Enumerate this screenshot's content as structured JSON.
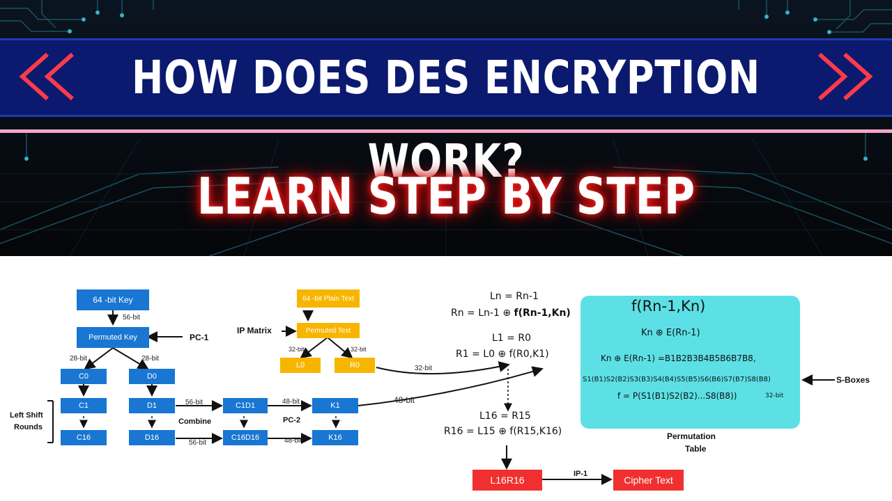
{
  "banner": {
    "title": "HOW DOES DES ENCRYPTION WORK?",
    "subtitle": "LEARN STEP BY STEP",
    "colors": {
      "bar": "#0b1a6e",
      "neon_red": "#ff2a2a",
      "pink_line": "#f4a6c8"
    }
  },
  "diagram": {
    "key_schedule": {
      "key_box": "64 -bit Key",
      "key_bits": "56-bit",
      "permuted_key": "Permuted Key",
      "pc1": "PC-1",
      "c_bits": "28-bit",
      "d_bits": "28-bit",
      "c0": "C0",
      "d0": "D0",
      "c1": "C1",
      "d1": "D1",
      "c16": "C16",
      "d16": "D16",
      "left_shift": "Left Shift",
      "rounds": "Rounds",
      "combine": "Combine",
      "c1d1_bits": "56-bit",
      "c16d16_bits": "56-bit",
      "c1d1": "C1D1",
      "c16d16": "C16D16",
      "pc2": "PC-2",
      "k1_bits": "48-bit",
      "k16_bits": "48-bit",
      "k1": "K1",
      "k16": "K16",
      "k1_out_bits": "48-bit"
    },
    "plaintext": {
      "plain_box": "64 -bit Plain Text",
      "ip_matrix": "IP Matrix",
      "permuted_text": "Permuted Text",
      "l_bits": "32-bit",
      "r_bits": "32-bit",
      "l0": "L0",
      "r0": "R0",
      "r0_out_bits": "32-bit"
    },
    "equations": {
      "ln": "Ln = Rn-1",
      "rn_prefix": "Rn = Ln-1 ⊕ ",
      "rn_bold": "f(Rn-1,Kn)",
      "l1": "L1 = R0",
      "r1": "R1 = L0 ⊕ f(R0,K1)",
      "l16": "L16 = R15",
      "r16": "R16 = L15 ⊕ f(R15,K16)"
    },
    "output": {
      "l16r16": "L16R16",
      "ip_inv": "IP-1",
      "cipher": "Cipher Text"
    },
    "function_box": {
      "title": "f(Rn-1,Kn)",
      "line1": "Kn ⊕ E(Rn-1)",
      "line2": "Kn ⊕ E(Rn-1) =B1B2B3B4B5B6B7B8,",
      "line3": "S1(B1)S2(B2)S3(B3)S4(B4)S5(B5)S6(B6)S7(B7)S8(B8)",
      "line4": "f = P(S1(B1)S2(B2)...S8(B8))",
      "bits": "32-bit",
      "sboxes": "S-Boxes",
      "perm_table_1": "Permutation",
      "perm_table_2": "Table"
    }
  }
}
